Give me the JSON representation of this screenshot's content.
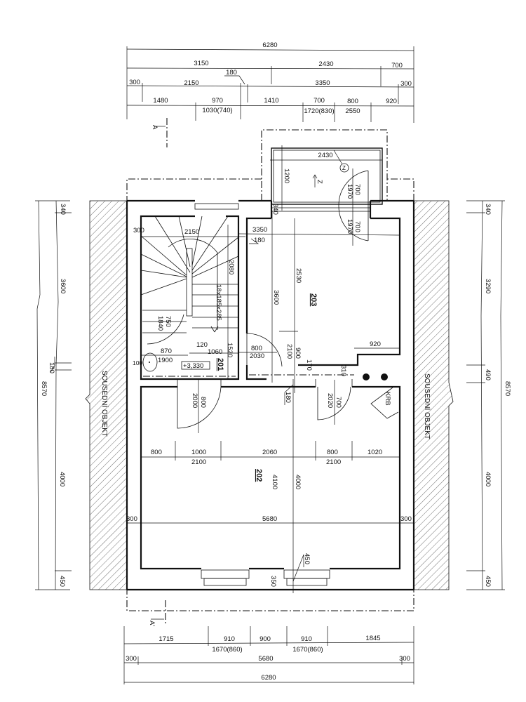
{
  "top_dims": {
    "overall": "6280",
    "row2": [
      "3150",
      "2430",
      "700"
    ],
    "row3": [
      "300",
      "2150",
      "180",
      "3350",
      "300"
    ],
    "row4": [
      "1480",
      "970",
      "1410",
      "700",
      "800",
      "920"
    ],
    "row4_sub": [
      "1030(740)",
      "1720(830)",
      "2550"
    ]
  },
  "bottom_dims": {
    "row1": [
      "1715",
      "910",
      "900",
      "910",
      "1845"
    ],
    "row1_sub": [
      "1670(860)",
      "1670(860)"
    ],
    "row2": [
      "300",
      "5680",
      "300"
    ],
    "overall": "6280"
  },
  "left_dims": {
    "segments": [
      "340",
      "3600",
      "180",
      "4000",
      "450"
    ],
    "overall": "8570"
  },
  "right_dims": {
    "segments": [
      "340",
      "3290",
      "490",
      "4000",
      "450"
    ],
    "overall": "8570"
  },
  "neighbors": {
    "left": "SOUSEDNÍ OBJEKT",
    "right": "SOUSEDNÍ OBJEKT"
  },
  "section_marks": {
    "top": "A",
    "bottom": "A'"
  },
  "balcony": {
    "width": "2430",
    "depth": "1200",
    "door_w": "700",
    "door_h": "1970",
    "marker": "Z",
    "arrow_label": "Z"
  },
  "room_201": {
    "number": "201",
    "level": "+3,330",
    "dims": {
      "wall": "300",
      "stair_len": "2150",
      "stair_run": "2080",
      "stairs": "18x185x285",
      "d1840": "1840",
      "d750": "750",
      "d870": "870",
      "d120": "120",
      "d1060": "1060",
      "d1520": "1520",
      "d100": "100",
      "d1900": "1900",
      "door_w": "800",
      "door_h": "2030"
    }
  },
  "room_203": {
    "number": "203",
    "dims": {
      "wall": "340",
      "partition": "180",
      "width": "3350",
      "d2530": "2530",
      "d3600": "3600",
      "d920": "920",
      "d2100": "2100",
      "d900": "900",
      "d170": "170",
      "d310": "310",
      "door_w": "700",
      "door_h": "1970"
    }
  },
  "room_202": {
    "number": "202",
    "krb": "KRB",
    "door1": {
      "w": "800",
      "h": "2000"
    },
    "door2": {
      "w": "700",
      "h": "2020"
    },
    "windows": [
      "800",
      "1000",
      "2060",
      "800",
      "1020"
    ],
    "windows_sub": [
      "2100",
      "2100"
    ],
    "width_row": [
      "300",
      "5680",
      "300"
    ],
    "d4100": "4100",
    "d4000": "4000",
    "d180": "180",
    "d450": "450",
    "d350": "350"
  }
}
